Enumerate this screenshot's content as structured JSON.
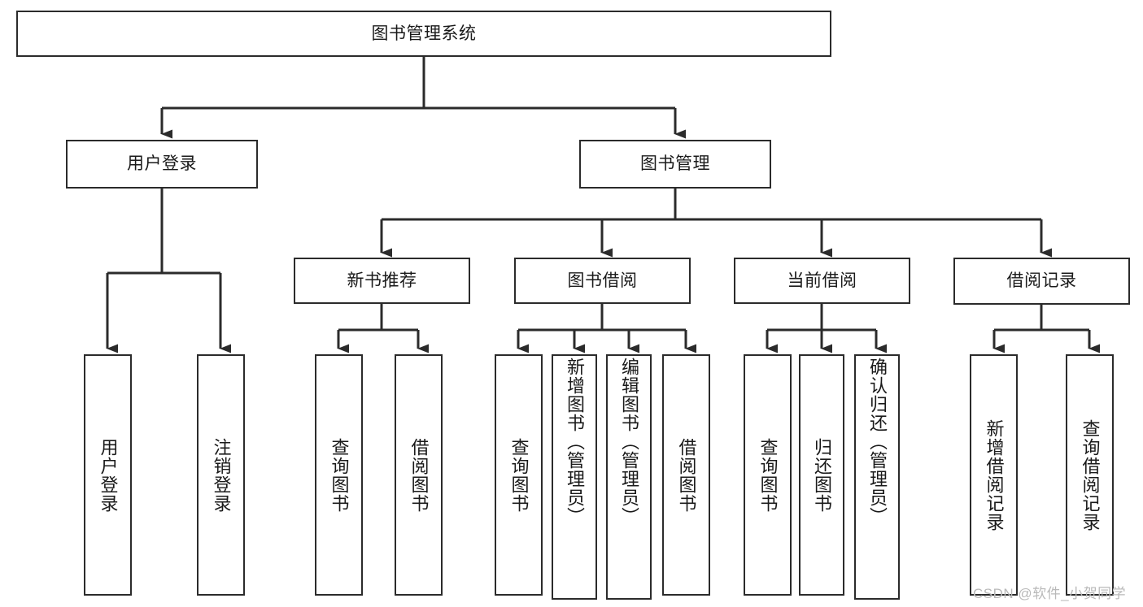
{
  "diagram": {
    "title": "图书管理系统",
    "type": "hierarchy-structure-chart",
    "watermark": "CSDN @软件_小贺同学",
    "colors": {
      "box_border": "#2b2b2b",
      "box_fill": "#ffffff",
      "connector": "#2b2b2b",
      "text": "#1a1a1a",
      "watermark": "#b9b9b9"
    },
    "levels": [
      {
        "level": 1,
        "nodes": [
          {
            "id": "root",
            "label": "图书管理系统",
            "orientation": "horizontal"
          }
        ]
      },
      {
        "level": 2,
        "nodes": [
          {
            "id": "user-login",
            "label": "用户登录",
            "orientation": "horizontal",
            "parent": "root"
          },
          {
            "id": "book-manage",
            "label": "图书管理",
            "orientation": "horizontal",
            "parent": "root"
          }
        ]
      },
      {
        "level": 3,
        "nodes": [
          {
            "id": "new-book-rec",
            "label": "新书推荐",
            "orientation": "horizontal",
            "parent": "book-manage"
          },
          {
            "id": "book-borrow",
            "label": "图书借阅",
            "orientation": "horizontal",
            "parent": "book-manage"
          },
          {
            "id": "current-borrow",
            "label": "当前借阅",
            "orientation": "horizontal",
            "parent": "book-manage"
          },
          {
            "id": "borrow-record",
            "label": "借阅记录",
            "orientation": "horizontal",
            "parent": "book-manage"
          }
        ]
      },
      {
        "level": 4,
        "nodes": [
          {
            "id": "leaf-user-login",
            "label": "用户登录",
            "orientation": "vertical",
            "parent": "user-login"
          },
          {
            "id": "leaf-logout",
            "label": "注销登录",
            "orientation": "vertical",
            "parent": "user-login"
          },
          {
            "id": "leaf-query-book-rec",
            "label": "查询图书",
            "orientation": "vertical",
            "parent": "new-book-rec"
          },
          {
            "id": "leaf-borrow-book-rec",
            "label": "借阅图书",
            "orientation": "vertical",
            "parent": "new-book-rec"
          },
          {
            "id": "leaf-query-book-borrow",
            "label": "查询图书",
            "orientation": "vertical",
            "parent": "book-borrow"
          },
          {
            "id": "leaf-add-book",
            "label": "新增图书（管理员）",
            "orientation": "vertical",
            "parent": "book-borrow"
          },
          {
            "id": "leaf-edit-book",
            "label": "编辑图书（管理员）",
            "orientation": "vertical",
            "parent": "book-borrow"
          },
          {
            "id": "leaf-borrow-book",
            "label": "借阅图书",
            "orientation": "vertical",
            "parent": "book-borrow"
          },
          {
            "id": "leaf-query-book-cur",
            "label": "查询图书",
            "orientation": "vertical",
            "parent": "current-borrow"
          },
          {
            "id": "leaf-return-book",
            "label": "归还图书",
            "orientation": "vertical",
            "parent": "current-borrow"
          },
          {
            "id": "leaf-confirm-return",
            "label": "确认归还（管理员）",
            "orientation": "vertical",
            "parent": "current-borrow"
          },
          {
            "id": "leaf-add-record",
            "label": "新增借阅记录",
            "orientation": "vertical",
            "parent": "borrow-record"
          },
          {
            "id": "leaf-query-record",
            "label": "查询借阅记录",
            "orientation": "vertical",
            "parent": "borrow-record"
          }
        ]
      }
    ]
  }
}
